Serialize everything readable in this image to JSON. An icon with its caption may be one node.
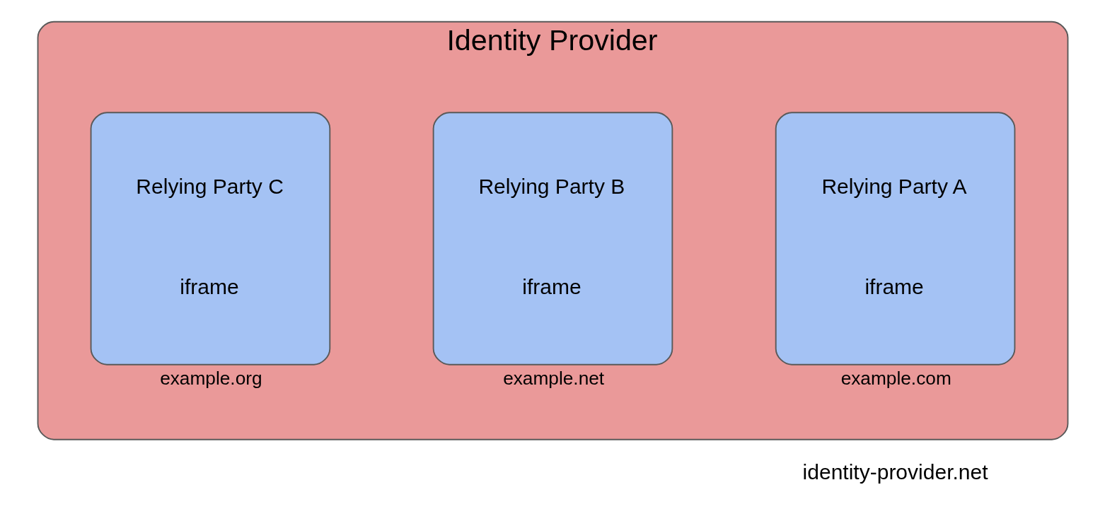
{
  "diagram": {
    "nodes": [
      {
        "text": [
          "Identity Provider"
        ],
        "beside": [
          "identity-provider.net"
        ]
      },
      {
        "text": [
          "Relying Party A",
          "iframe"
        ],
        "in": 0,
        "beside": [
          "example.com"
        ]
      },
      {
        "text": [
          "Relying Party B",
          "iframe"
        ],
        "in": 0,
        "beside": [
          "example.net"
        ]
      },
      {
        "text": [
          "Relying Party C",
          "iframe"
        ],
        "in": 0,
        "beside": [
          "example.org"
        ]
      }
    ],
    "edges": []
  }
}
